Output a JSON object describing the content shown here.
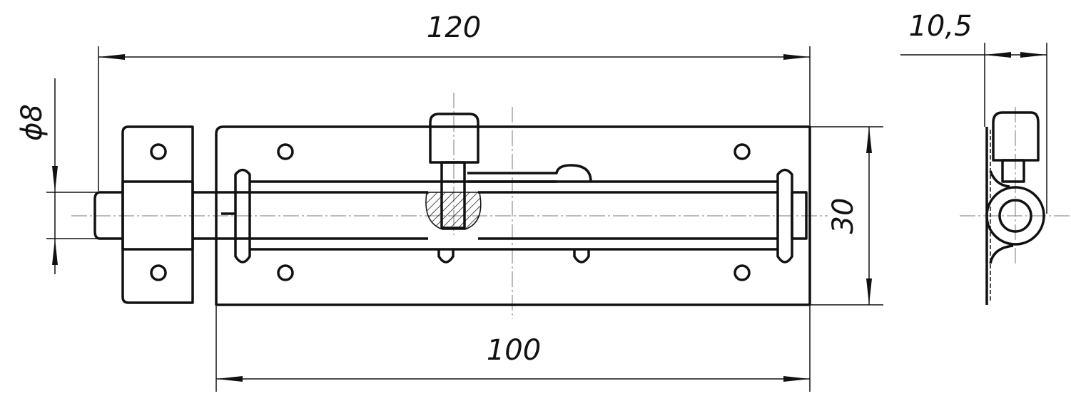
{
  "drawing": {
    "dimensions": {
      "overall_length": "120",
      "plate_length": "100",
      "plate_height": "30",
      "bolt_diameter": "ϕ8",
      "depth": "10,5"
    },
    "colors": {
      "line": "#111111",
      "centerline": "#777777"
    }
  }
}
